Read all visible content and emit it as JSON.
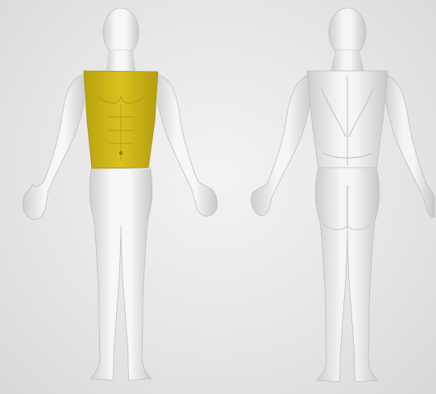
{
  "figures": {
    "front": {
      "view": "front"
    },
    "back": {
      "view": "back"
    }
  },
  "selected_region": {
    "name": "chest-abdomen",
    "view": "front",
    "color": "#d4bc17"
  },
  "colors": {
    "background": "#e2e2e2",
    "body_fill": "#efefef",
    "body_shade": "#c9c9c9",
    "highlight": "#d4bc17"
  }
}
